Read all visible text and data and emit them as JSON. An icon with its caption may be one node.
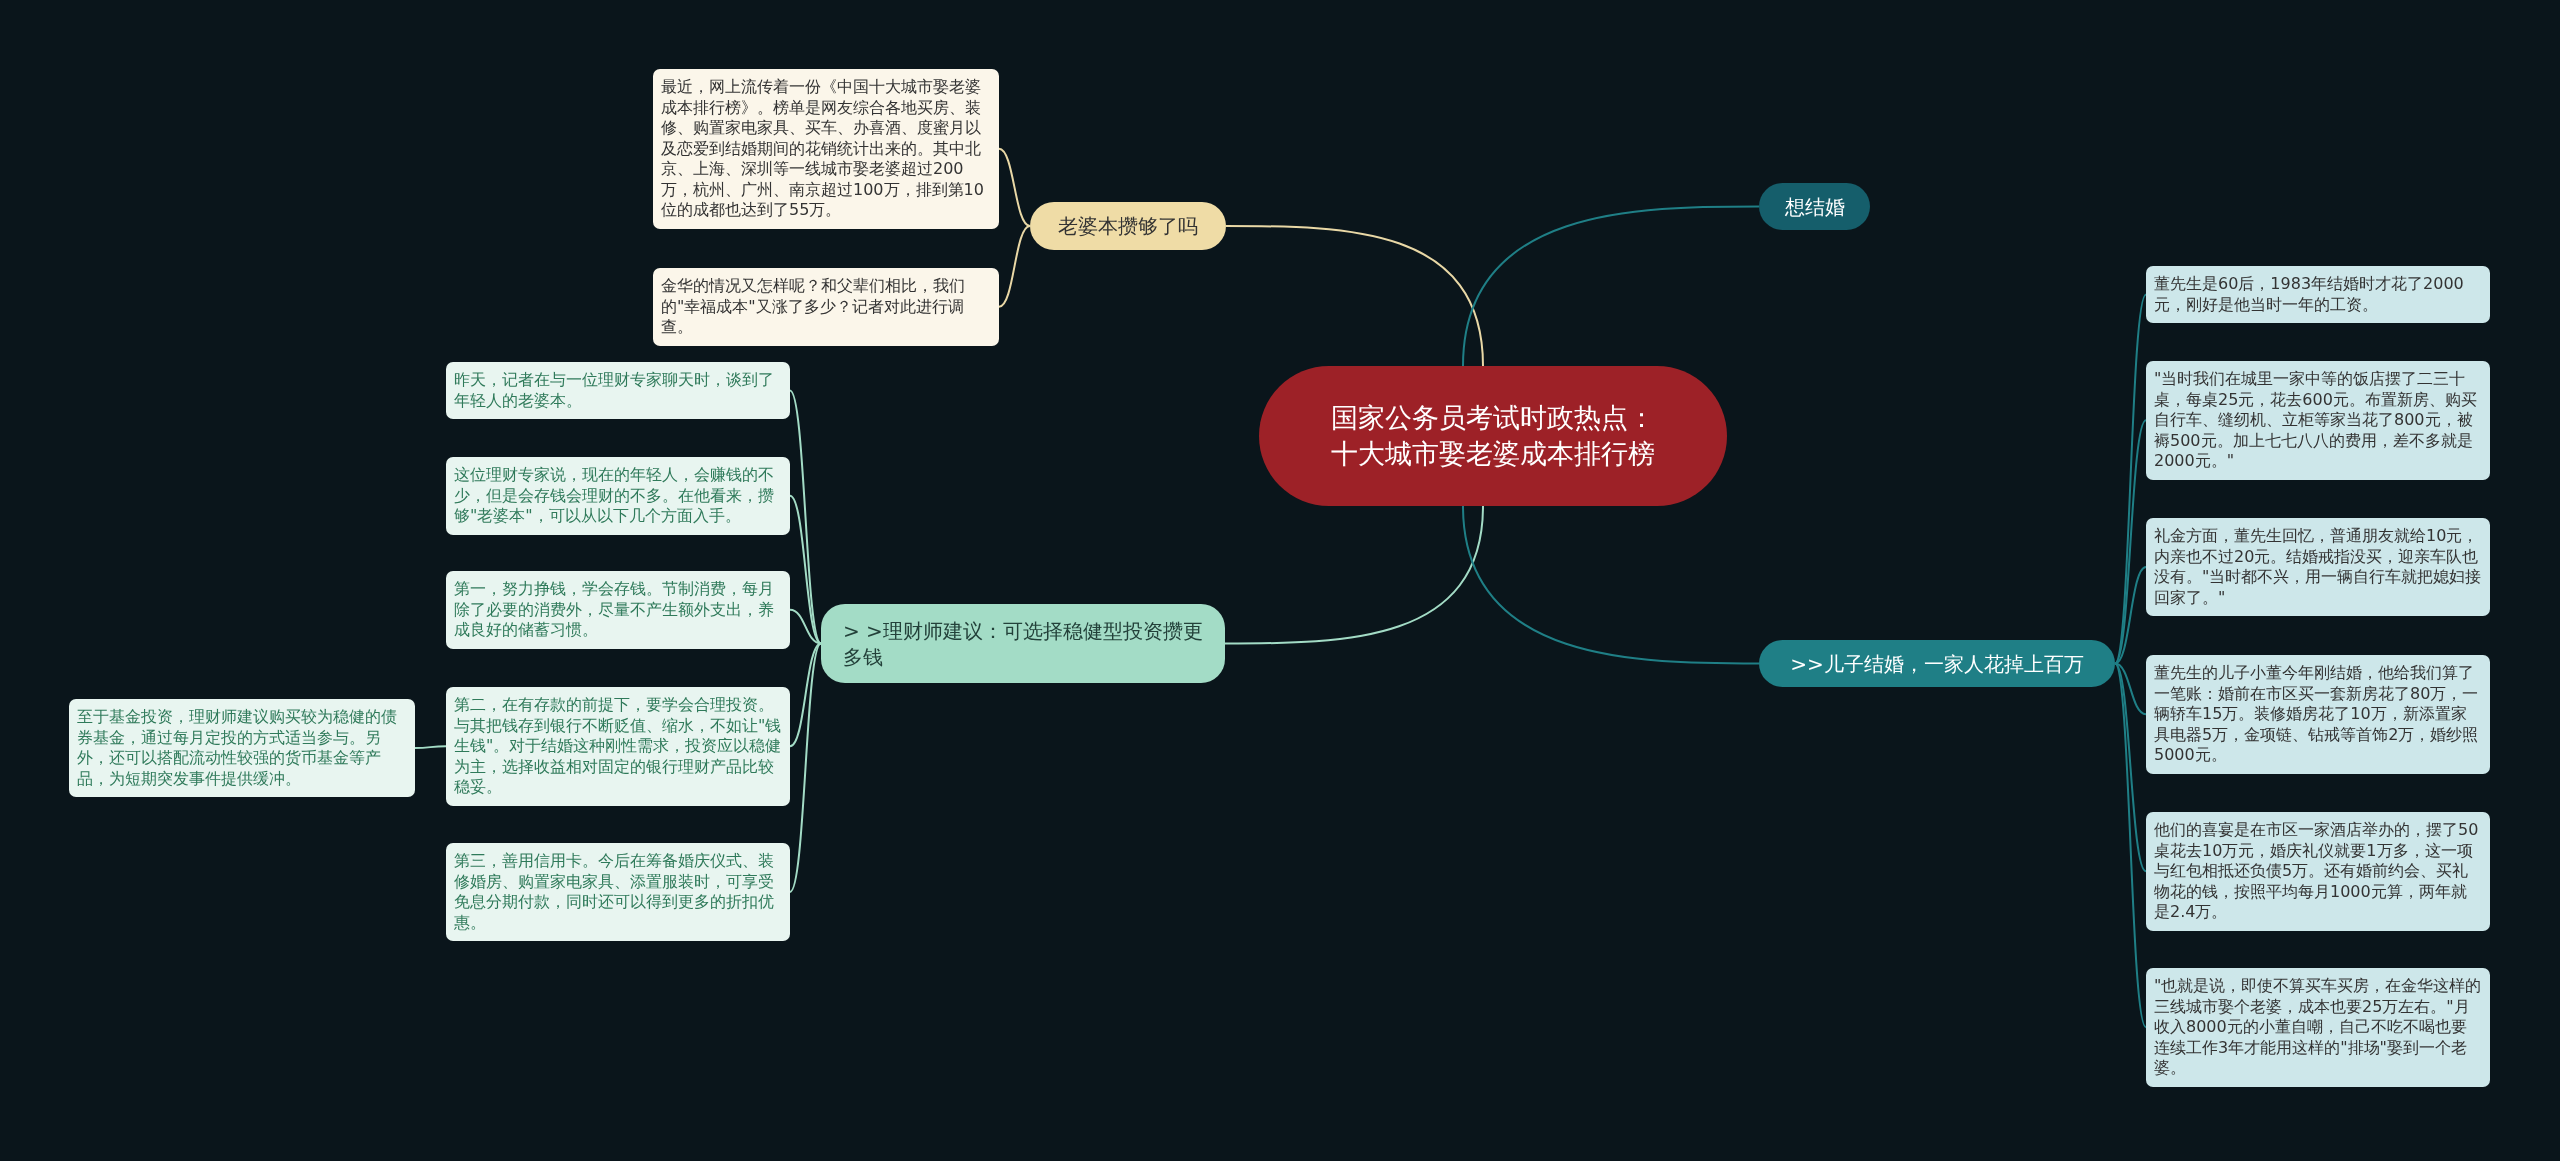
{
  "diagram": {
    "nodes": [
      {
        "text": [
          "国家公务员考试时政热点：十大城市娶老婆成本排行榜"
        ]
      },
      {
        "text": [
          "老婆本攒够了吗"
        ]
      },
      {
        "text": [
          "最近，网上流传着一份《中国十大城市娶老婆成本排行榜》。榜单是网友综合各地买房、装修、购置家电家具、买车、办喜酒、度蜜月以及恋爱到结婚期间的花销统计出来的。其中北京、上海、深圳等一线城市娶老婆超过200万，杭州、广州、南京超过100万，排到第10位的成都也达到了55万。"
        ]
      },
      {
        "text": [
          "金华的情况又怎样呢？和父辈们相比，我们的\"幸福成本\"又涨了多少？记者对此进行调查。"
        ]
      },
      {
        "text": [
          "> >理财师建议：可选择稳健型投资攒更多钱"
        ]
      },
      {
        "text": [
          "昨天，记者在与一位理财专家聊天时，谈到了年轻人的老婆本。"
        ]
      },
      {
        "text": [
          "这位理财专家说，现在的年轻人，会赚钱的不少，但是会存钱会理财的不多。在他看来，攒够\"老婆本\"，可以从以下几个方面入手。"
        ]
      },
      {
        "text": [
          "第一，努力挣钱，学会存钱。节制消费，每月除了必要的消费外，尽量不产生额外支出，养成良好的储蓄习惯。"
        ]
      },
      {
        "text": [
          "第二，在有存款的前提下，要学会合理投资。与其把钱存到银行不断贬值、缩水，不如让\"钱生钱\"。对于结婚这种刚性需求，投资应以稳健为主，选择收益相对固定的银行理财产品比较稳妥。"
        ]
      },
      {
        "text": [
          "第三，善用信用卡。今后在筹备婚庆仪式、装修婚房、购置家电家具、添置服装时，可享受免息分期付款，同时还可以得到更多的折扣优惠。"
        ]
      },
      {
        "text": [
          "至于基金投资，理财师建议购买较为稳健的债券基金，通过每月定投的方式适当参与。另外，还可以搭配流动性较强的货币基金等产品，为短期突发事件提供缓冲。"
        ]
      },
      {
        "text": [
          "想结婚"
        ]
      },
      {
        "text": [
          ">>儿子结婚，一家人花掉上百万"
        ]
      },
      {
        "text": [
          "董先生是60后，1983年结婚时才花了2000元，刚好是他当时一年的工资。"
        ]
      },
      {
        "text": [
          "\"当时我们在城里一家中等的饭店摆了二三十桌，每桌25元，花去600元。布置新房、购买自行车、缝纫机、立柜等家当花了800元，被褥500元。加上七七八八的费用，差不多就是2000元。\""
        ]
      },
      {
        "text": [
          "礼金方面，董先生回忆，普通朋友就给10元，内亲也不过20元。结婚戒指没买，迎亲车队也没有。\"当时都不兴，用一辆自行车就把媳妇接回家了。\""
        ]
      },
      {
        "text": [
          "董先生的儿子小董今年刚结婚，他给我们算了一笔账：婚前在市区买一套新房花了80万，一辆轿车15万。装修婚房花了10万，新添置家具电器5万，金项链、钻戒等首饰2万，婚纱照5000元。"
        ]
      },
      {
        "text": [
          "他们的喜宴是在市区一家酒店举办的，摆了50桌花去10万元，婚庆礼仪就要1万多，这一项与红包相抵还负债5万。还有婚前约会、买礼物花的钱，按照平均每月1000元算，两年就是2.4万。"
        ]
      },
      {
        "text": [
          "\"也就是说，即使不算买车买房，在金华这样的三线城市娶个老婆，成本也要25万左右。\"月收入8000元的小董自嘲，自己不吃不喝也要连续工作3年才能用这样的\"排场\"娶到一个老婆。"
        ]
      }
    ],
    "edges": [
      {
        "from": 0,
        "to": 1,
        "arrow": "none",
        "color": "#e9d8a6"
      },
      {
        "from": 1,
        "to": 2,
        "arrow": "none",
        "color": "#e9d8a6"
      },
      {
        "from": 1,
        "to": 3,
        "arrow": "none",
        "color": "#e9d8a6"
      },
      {
        "from": 0,
        "to": 4,
        "arrow": "none",
        "color": "#a3dcc6"
      },
      {
        "from": 4,
        "to": 5,
        "arrow": "none",
        "color": "#a3dcc6"
      },
      {
        "from": 4,
        "to": 6,
        "arrow": "none",
        "color": "#a3dcc6"
      },
      {
        "from": 4,
        "to": 7,
        "arrow": "none",
        "color": "#a3dcc6"
      },
      {
        "from": 4,
        "to": 8,
        "arrow": "none",
        "color": "#a3dcc6"
      },
      {
        "from": 4,
        "to": 9,
        "arrow": "none",
        "color": "#a3dcc6"
      },
      {
        "from": 8,
        "to": 10,
        "arrow": "none",
        "color": "#a3dcc6"
      },
      {
        "from": 0,
        "to": 11,
        "arrow": "none",
        "color": "#1f7f86"
      },
      {
        "from": 0,
        "to": 12,
        "arrow": "none",
        "color": "#1f7f86"
      },
      {
        "from": 12,
        "to": 13,
        "arrow": "none",
        "color": "#1f7f86"
      },
      {
        "from": 12,
        "to": 14,
        "arrow": "none",
        "color": "#1f7f86"
      },
      {
        "from": 12,
        "to": 15,
        "arrow": "none",
        "color": "#1f7f86"
      },
      {
        "from": 12,
        "to": 16,
        "arrow": "none",
        "color": "#1f7f86"
      },
      {
        "from": 12,
        "to": 17,
        "arrow": "none",
        "color": "#1f7f86"
      },
      {
        "from": 12,
        "to": 18,
        "arrow": "none",
        "color": "#1f7f86"
      }
    ]
  }
}
